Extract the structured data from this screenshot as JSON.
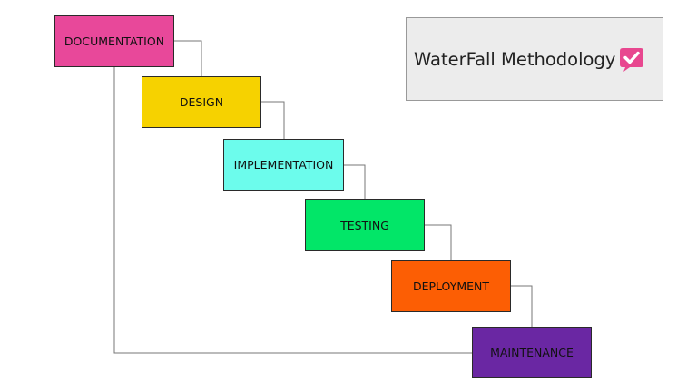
{
  "title": {
    "text": "WaterFall Methodology",
    "icon": "checkmark-speech-bubble-icon",
    "icon_color": "#e8478f"
  },
  "stages": [
    {
      "label": "DOCUMENTATION",
      "color": "#e8489a"
    },
    {
      "label": "DESIGN",
      "color": "#f6d200"
    },
    {
      "label": "IMPLEMENTATION",
      "color": "#6cfcec"
    },
    {
      "label": "TESTING",
      "color": "#02e668"
    },
    {
      "label": "DEPLOYMENT",
      "color": "#fc5e04"
    },
    {
      "label": "MAINTENANCE",
      "color": "#6a27a3"
    }
  ],
  "colors": {
    "connector": "#777777",
    "panel_background": "#ececec"
  }
}
